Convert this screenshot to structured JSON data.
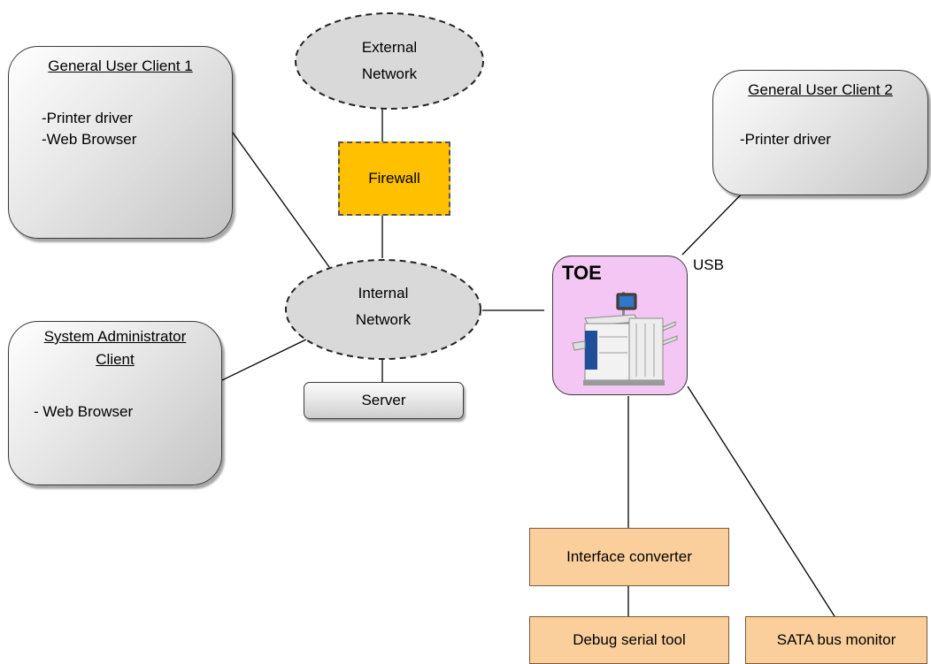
{
  "diagram": {
    "clients": {
      "client1": {
        "title": "General User Client 1",
        "items": [
          "-Printer driver",
          "-Web Browser"
        ]
      },
      "client2": {
        "title": "General User Client 2",
        "items": [
          "-Printer driver"
        ]
      },
      "admin": {
        "title_line1": "System Administrator",
        "title_line2": "Client",
        "items": [
          "- Web Browser"
        ]
      }
    },
    "networks": {
      "external": {
        "line1": "External",
        "line2": "Network"
      },
      "internal": {
        "line1": "Internal",
        "line2": "Network"
      }
    },
    "firewall": "Firewall",
    "server": "Server",
    "toe": {
      "label": "TOE",
      "icon": "multifunction-printer-icon"
    },
    "usb_label": "USB",
    "interface_converter": "Interface converter",
    "debug_tool": "Debug serial tool",
    "sata_monitor": "SATA bus monitor",
    "colors": {
      "firewall": "#ffc000",
      "toe": "#f3c6f3",
      "tools": "#fbcf9c",
      "ellipse": "#d9d9d9"
    }
  }
}
